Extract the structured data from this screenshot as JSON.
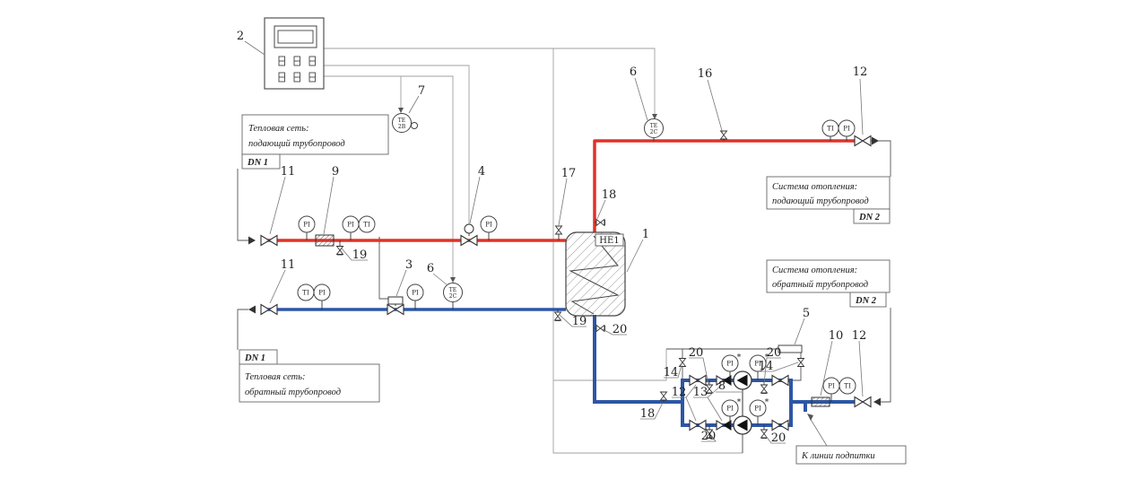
{
  "colors": {
    "supply_pipe": "#e03228",
    "return_pipe": "#2d56a5",
    "wire": "#a0a0a0",
    "symbol": "#333333"
  },
  "boxes": {
    "heat_net_supply": {
      "line1": "Тепловая сеть:",
      "line2": "подающий трубопровод",
      "dn": "DN 1"
    },
    "heat_net_return": {
      "line1": "Тепловая сеть:",
      "line2": "обратный трубопровод",
      "dn": "DN 1"
    },
    "sys_supply": {
      "line1": "Система отопления:",
      "line2": "подающий трубопровод",
      "dn": "DN 2"
    },
    "sys_return": {
      "line1": "Система отопления:",
      "line2": "обратный трубопровод",
      "dn": "DN 2"
    },
    "makeup": "К линии подпитки"
  },
  "equipment": {
    "heat_exchanger": "HE1"
  },
  "gauges": {
    "pressure": "PI",
    "temperature": "TI",
    "star": "*"
  },
  "sensors": {
    "type": "ТЕ",
    "outdoor_tag": "2В",
    "supply_tag": "2С",
    "return_tag": "2С"
  },
  "callouts": {
    "c1": "1",
    "c2": "2",
    "c3": "3",
    "c4": "4",
    "c5": "5",
    "c6": "6",
    "c7": "7",
    "c8": "8",
    "c9": "9",
    "c10": "10",
    "c11": "11",
    "c12": "12",
    "c13": "13",
    "c14": "14",
    "c16": "16",
    "c17": "17",
    "c18": "18",
    "c19": "19",
    "c20": "20"
  }
}
